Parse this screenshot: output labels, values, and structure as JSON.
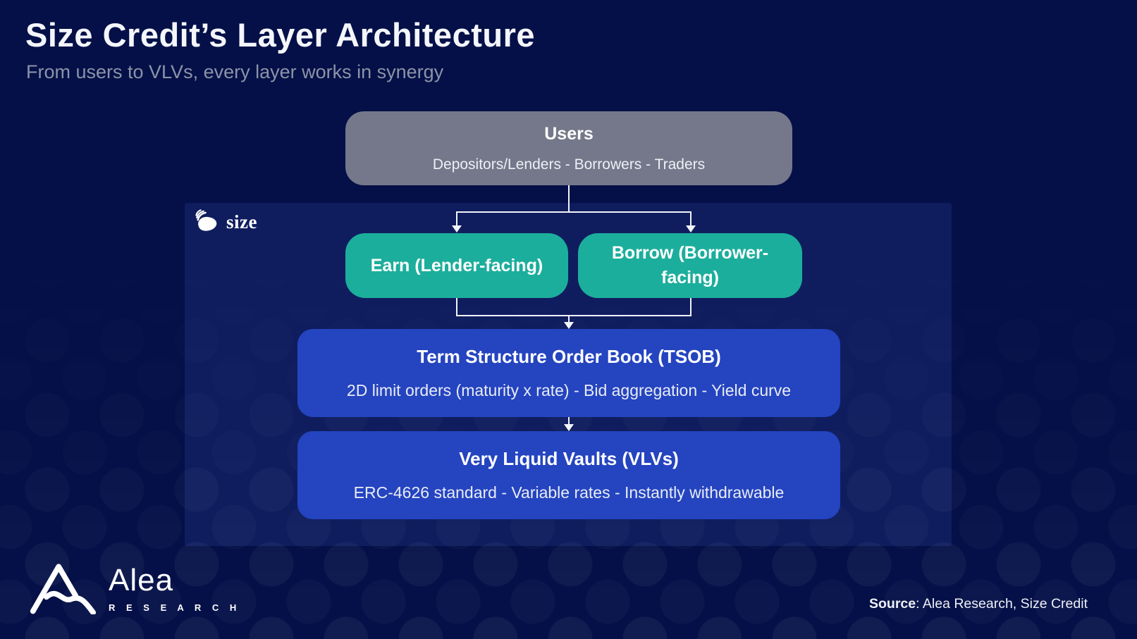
{
  "header": {
    "title": "Size Credit’s Layer Architecture",
    "subtitle": "From users to VLVs, every layer works in synergy"
  },
  "size_logo": {
    "icon": "size-bird-icon",
    "text": "size"
  },
  "diagram": {
    "users_box": {
      "title": "Users",
      "subtitle": "Depositors/Lenders - Borrowers - Traders"
    },
    "earn_box": {
      "label": "Earn (Lender-facing)"
    },
    "borrow_box": {
      "label": "Borrow (Borrower-facing)"
    },
    "tsob_box": {
      "title": "Term Structure Order Book (TSOB)",
      "subtitle": "2D limit orders (maturity x rate) - Bid aggregation - Yield curve"
    },
    "vlv_box": {
      "title": "Very Liquid Vaults (VLVs)",
      "subtitle": "ERC-4626 standard - Variable rates - Instantly withdrawable"
    }
  },
  "footer": {
    "brand_icon": "alea-monogram-icon",
    "brand_name": "Alea",
    "brand_sub": "R E S E A R C H",
    "source_label": "Source",
    "source_rest": ": Alea Research, Size Credit"
  },
  "colors": {
    "background": "#041047",
    "panel": "#0f1d5f",
    "users_gray": "#75788a",
    "teal": "#1cae9c",
    "blue": "#2444c0",
    "connector": "#f2f4f8",
    "subtitle_gray": "#8d93a8"
  }
}
